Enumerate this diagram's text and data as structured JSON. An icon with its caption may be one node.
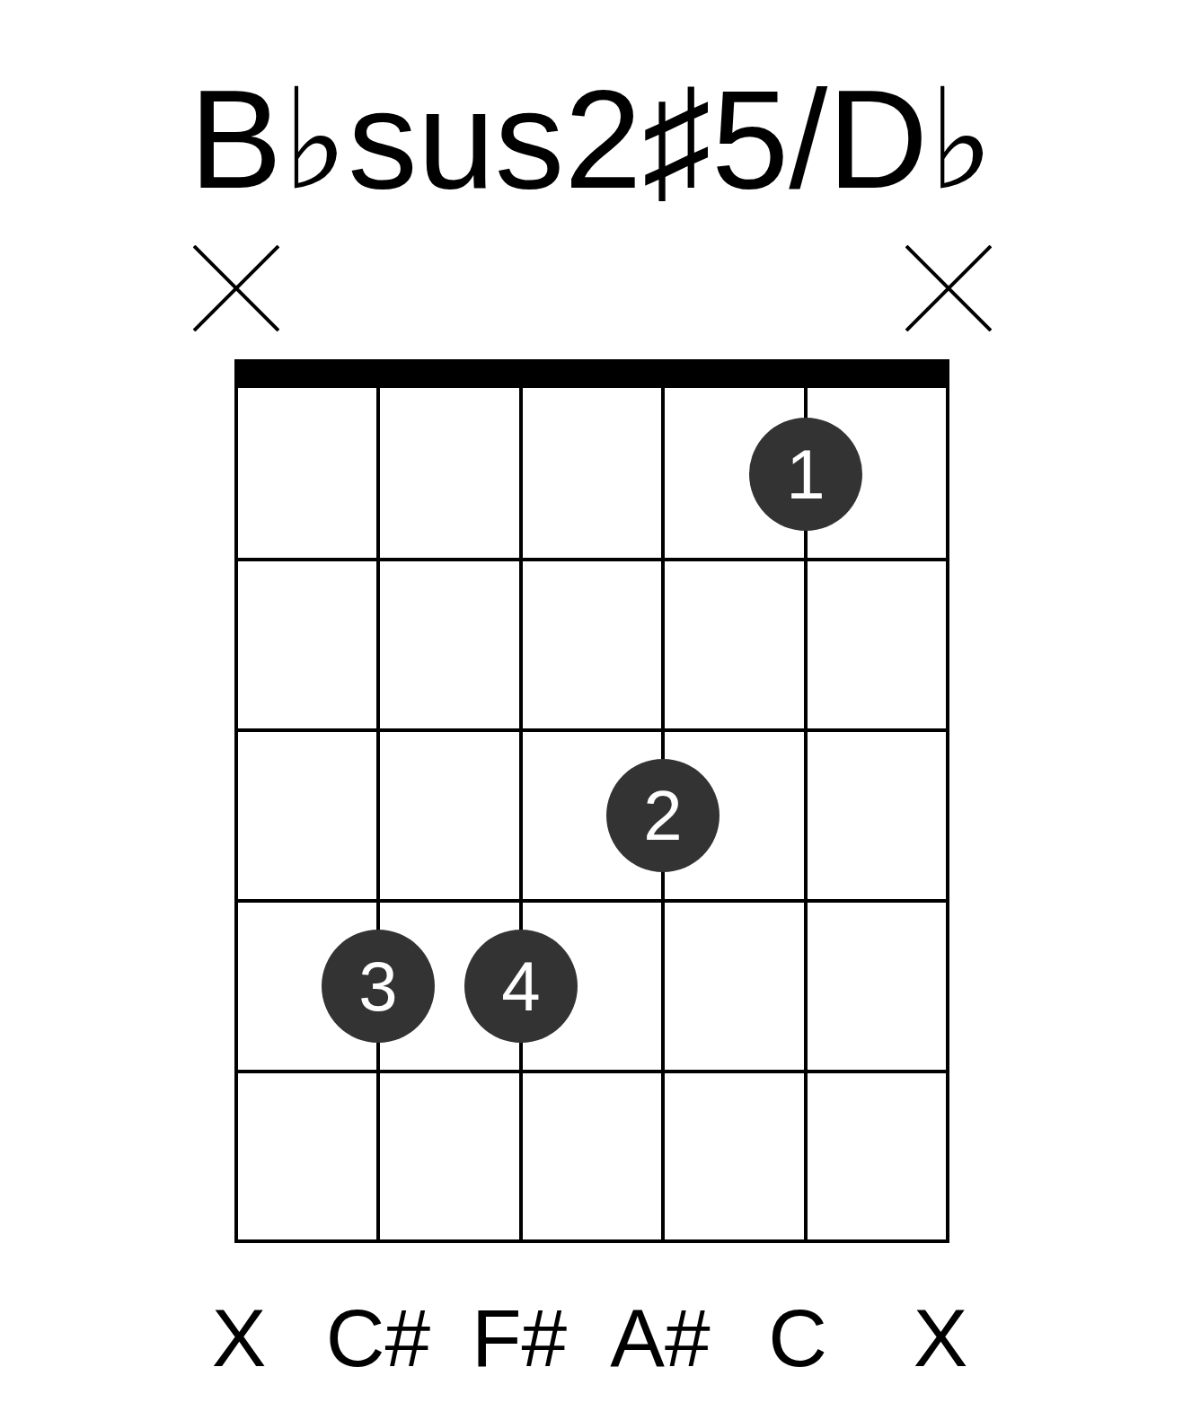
{
  "diagram": {
    "title": "B♭sus2♯5/D♭",
    "nodes": [
      {
        "text": [
          "1"
        ]
      },
      {
        "text": [
          "2"
        ]
      },
      {
        "text": [
          "3"
        ]
      },
      {
        "text": [
          "4"
        ]
      }
    ],
    "edges": [],
    "labels": [
      "X",
      "C#",
      "F#",
      "A#",
      "C",
      "X"
    ]
  }
}
